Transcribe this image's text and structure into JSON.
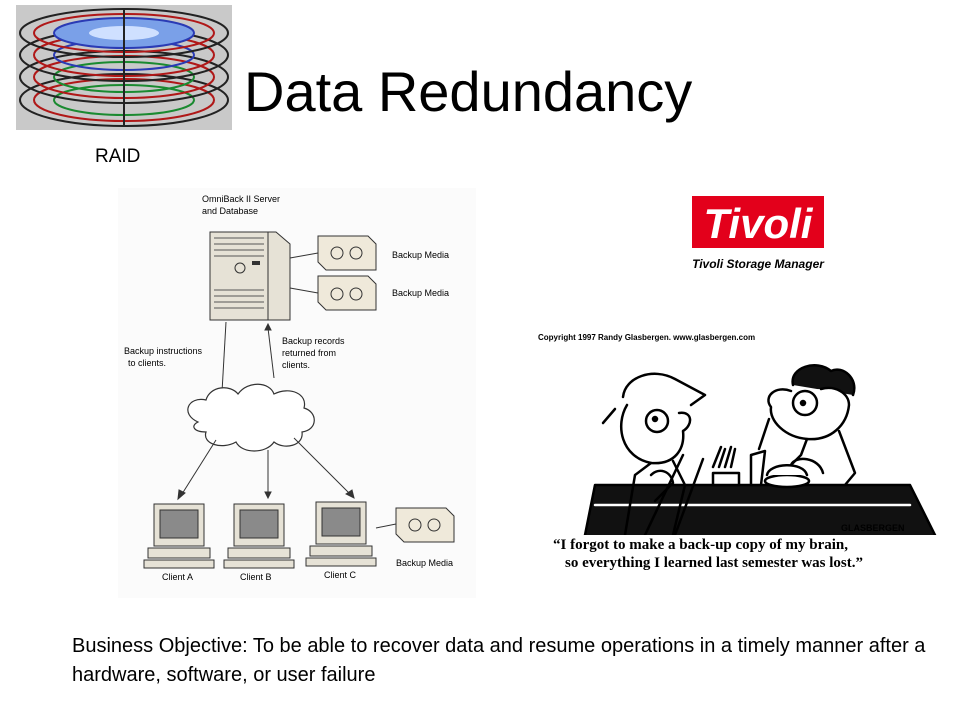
{
  "slide": {
    "title": "Data Redundancy",
    "subtitle": "RAID",
    "objective": "Business Objective: To be able to recover data and resume operations in a timely manner after a hardware, software, or user failure"
  },
  "diagram": {
    "server_label_line1": "OmniBack II Server",
    "server_label_line2": "and Database",
    "media_label_1": "Backup Media",
    "media_label_2": "Backup Media",
    "media_label_3": "Backup Media",
    "instructions_line1": "Backup instructions",
    "instructions_line2": "to clients.",
    "records_line1": "Backup records",
    "records_line2": "returned from",
    "records_line3": "clients.",
    "client_a": "Client A",
    "client_b": "Client B",
    "client_c": "Client C"
  },
  "tivoli": {
    "logo_text": "Tivoli",
    "product": "Tivoli Storage Manager"
  },
  "cartoon": {
    "copyright": "Copyright 1997 Randy Glasbergen.   www.glasbergen.com",
    "signature": "GLASBERGEN",
    "caption_line1": "“I forgot to make a back-up copy of my brain,",
    "caption_line2": "so everything I learned last semester was lost.”"
  },
  "colors": {
    "tivoli_red": "#e3001b",
    "logo_bg": "#c9c9c9"
  }
}
